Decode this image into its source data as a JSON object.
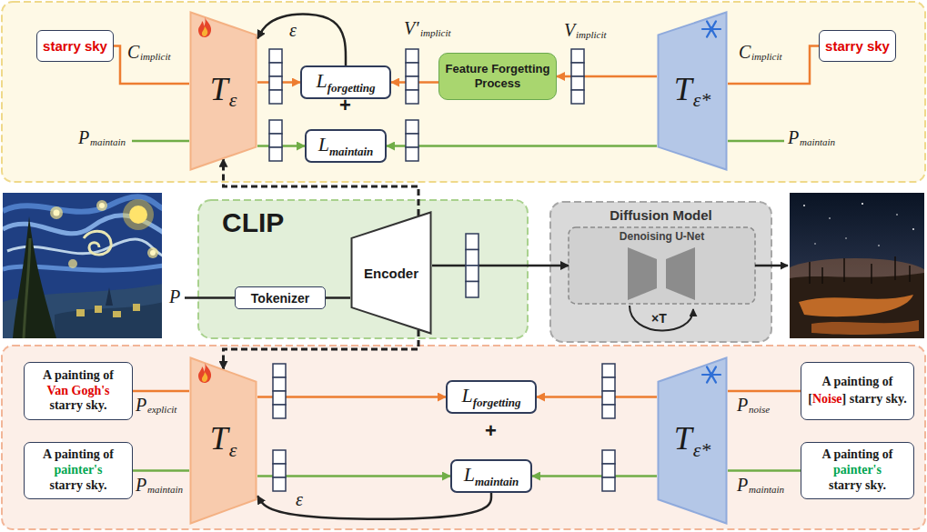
{
  "diagram": {
    "nodes": [
      {
        "text": [
          "starry sky"
        ]
      },
      {
        "text": [
          "T",
          "ε"
        ]
      },
      {
        "text": [
          "L",
          "forgetting"
        ]
      },
      {
        "text": [
          "L",
          "maintain"
        ]
      },
      {
        "text": [
          "Feature Forgetting Process"
        ]
      },
      {
        "text": [
          "T",
          "ε*"
        ]
      },
      {
        "text": [
          "starry sky"
        ]
      },
      {
        "text": [
          "CLIP"
        ]
      },
      {
        "text": [
          "Tokenizer"
        ],
        "in": 7
      },
      {
        "text": [
          "Encoder"
        ],
        "in": 7
      },
      {
        "text": [
          "Diffusion Model"
        ]
      },
      {
        "text": [
          "Denoising U-Net"
        ],
        "in": 10
      },
      {
        "text": [
          "A painting of",
          "Van Gogh's",
          "starry sky."
        ]
      },
      {
        "text": [
          "T",
          "ε"
        ]
      },
      {
        "text": [
          "L",
          "forgetting"
        ]
      },
      {
        "text": [
          "L",
          "maintain"
        ]
      },
      {
        "text": [
          "T",
          "ε*"
        ]
      },
      {
        "text": [
          "A painting of",
          "[",
          "Noise",
          "] starry sky."
        ]
      },
      {
        "text": [
          "A painting of",
          "painter's",
          "starry sky."
        ]
      },
      {
        "text": [
          "A painting of",
          "painter's",
          "starry sky."
        ]
      }
    ],
    "edges": [
      {
        "from": 0,
        "to": 1,
        "arrow": "none"
      },
      {
        "from": 1,
        "to": 2,
        "arrow": "to"
      },
      {
        "from": 2,
        "to": 1,
        "label": "ε",
        "arrow": "to"
      },
      {
        "from": 4,
        "to": 2,
        "arrow": "to"
      },
      {
        "from": 5,
        "to": 4,
        "arrow": "to"
      },
      {
        "from": 6,
        "to": 5,
        "arrow": "none"
      },
      {
        "from": 1,
        "to": 3,
        "arrow": "to"
      },
      {
        "from": 5,
        "to": 3,
        "arrow": "to"
      },
      {
        "from": 9,
        "to": 1,
        "arrow": "to"
      },
      {
        "from": 9,
        "to": 13,
        "arrow": "to"
      },
      {
        "from": 8,
        "to": 9,
        "arrow": "none"
      },
      {
        "from": 9,
        "to": 11,
        "arrow": "to"
      },
      {
        "from": 12,
        "to": 13,
        "arrow": "none"
      },
      {
        "from": 13,
        "to": 14,
        "arrow": "to"
      },
      {
        "from": 16,
        "to": 14,
        "arrow": "to"
      },
      {
        "from": 17,
        "to": 16,
        "arrow": "none"
      },
      {
        "from": 18,
        "to": 13,
        "arrow": "none"
      },
      {
        "from": 13,
        "to": 15,
        "arrow": "to"
      },
      {
        "from": 16,
        "to": 15,
        "arrow": "to"
      },
      {
        "from": 19,
        "to": 16,
        "arrow": "none"
      },
      {
        "from": 15,
        "to": 13,
        "label": "ε",
        "arrow": "to"
      }
    ],
    "labels": [
      "C",
      "implicit",
      "P",
      "maintain",
      "V′",
      "implicit",
      "V",
      "implicit",
      "+",
      "C",
      "implicit",
      "P",
      "maintain",
      "P",
      "×T",
      "P",
      "explicit",
      "P",
      "maintain",
      "+",
      "P",
      "noise",
      "P",
      "maintain"
    ]
  }
}
